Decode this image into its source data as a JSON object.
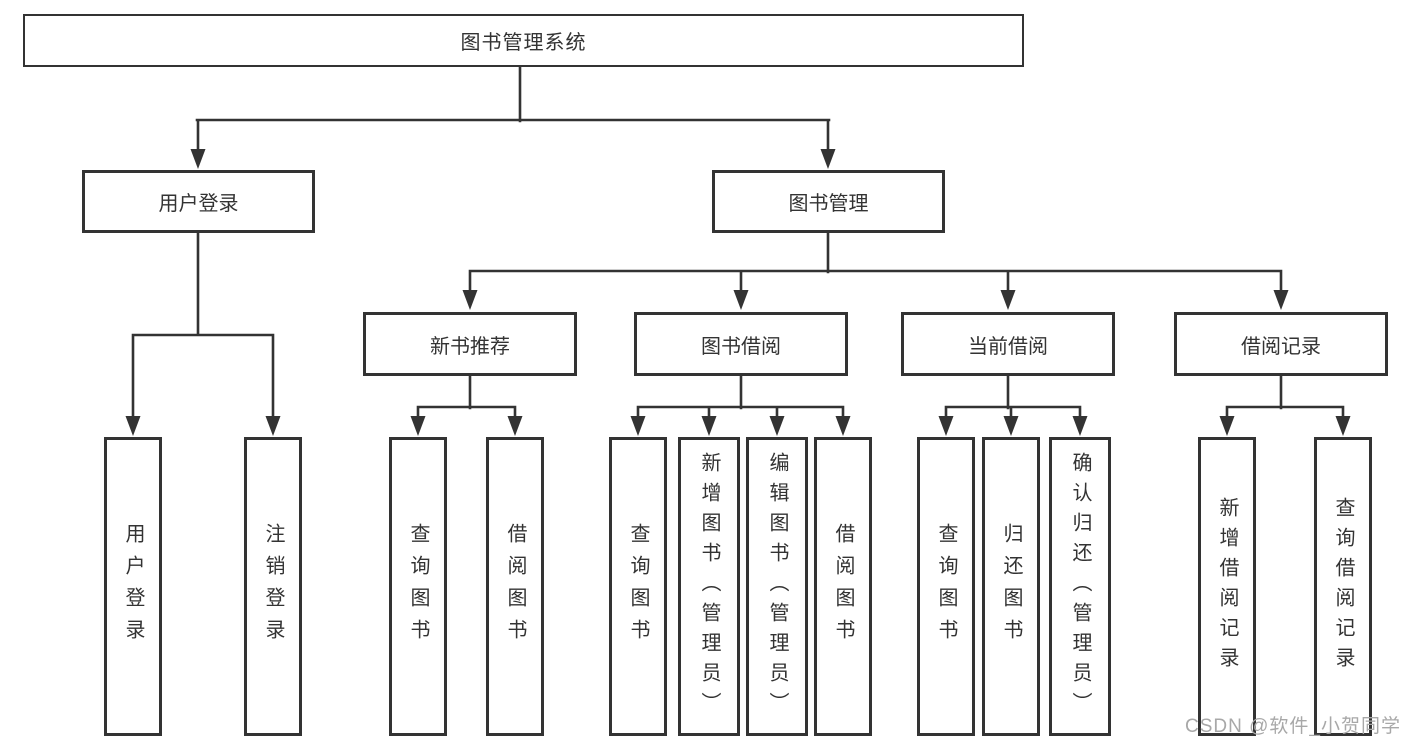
{
  "colors": {
    "line": "#333333",
    "text": "#333333",
    "box_background": "#ffffff",
    "watermark": "#a8a8a8",
    "background": "#ffffff"
  },
  "watermark": {
    "text": "CSDN @软件_小贺同学"
  },
  "tree": {
    "root": "图书管理系统",
    "children": [
      {
        "label": "用户登录",
        "children": [
          {
            "label": "用户登录"
          },
          {
            "label": "注销登录"
          }
        ]
      },
      {
        "label": "图书管理",
        "children": [
          {
            "label": "新书推荐",
            "children": [
              {
                "label": "查询图书"
              },
              {
                "label": "借阅图书"
              }
            ]
          },
          {
            "label": "图书借阅",
            "children": [
              {
                "label": "查询图书"
              },
              {
                "label": "新增图书（管理员）"
              },
              {
                "label": "编辑图书（管理员）"
              },
              {
                "label": "借阅图书"
              }
            ]
          },
          {
            "label": "当前借阅",
            "children": [
              {
                "label": "查询图书"
              },
              {
                "label": "归还图书"
              },
              {
                "label": "确认归还（管理员）"
              }
            ]
          },
          {
            "label": "借阅记录",
            "children": [
              {
                "label": "新增借阅记录"
              },
              {
                "label": "查询借阅记录"
              }
            ]
          }
        ]
      }
    ]
  }
}
